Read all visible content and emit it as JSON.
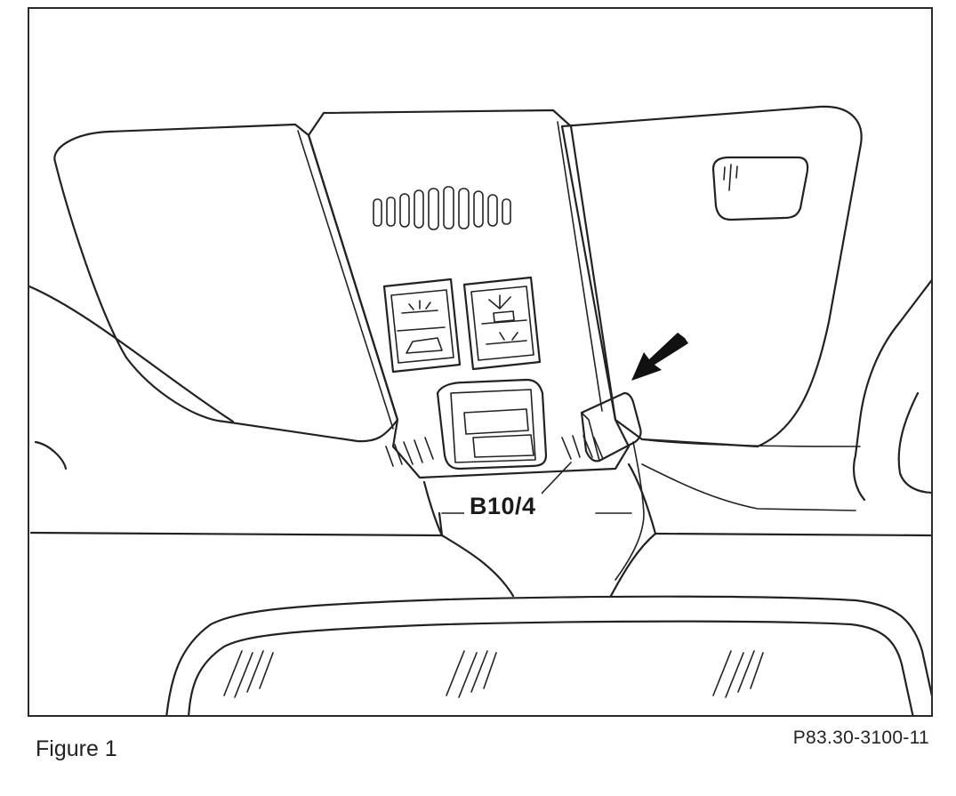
{
  "diagram": {
    "callout_label": "B10/4",
    "caption": "Figure 1",
    "reference_code": "P83.30-3100-11"
  },
  "icons": [
    "overhead-console-icon",
    "pointer-arrow-icon",
    "rear-view-mirror-icon"
  ]
}
